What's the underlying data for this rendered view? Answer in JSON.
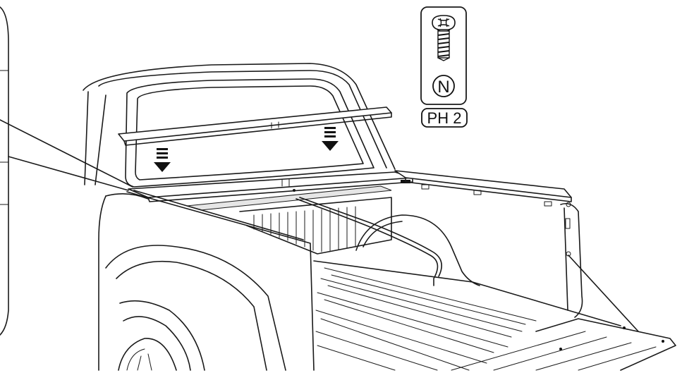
{
  "screw_callout": {
    "letter": "N",
    "drive_label": "PH 2",
    "icon": "phillips-screw-icon"
  },
  "arrows": {
    "icon": "down-arrow-icon",
    "count": 2
  }
}
